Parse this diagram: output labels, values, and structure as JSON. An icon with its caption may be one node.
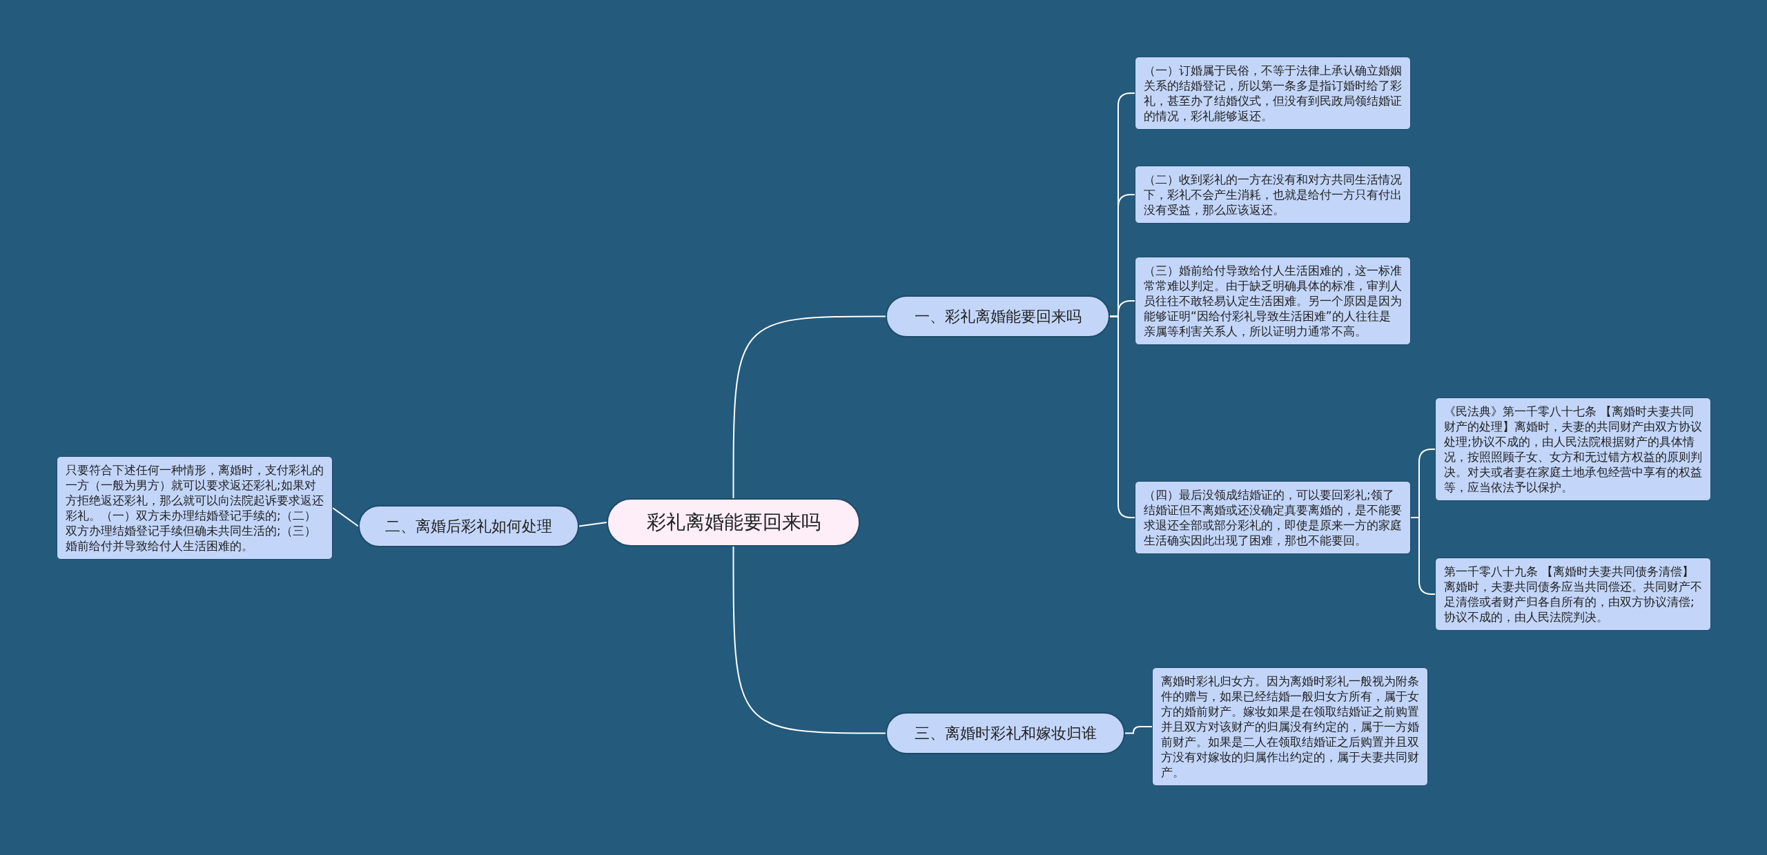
{
  "diagram": {
    "nodes": [
      {
        "text": [
          "彩礼离婚能要回来吗"
        ]
      },
      {
        "text": [
          "一、彩礼离婚能要回来吗"
        ]
      },
      {
        "text": [
          "（一）订婚属于民俗，不等于法律上承认确立婚姻关系的结婚登记，所以第一条多是指订婚时给了彩礼，甚至办了结婚仪式，但没有到民政局领结婚证的情况，彩礼能够返还。"
        ]
      },
      {
        "text": [
          "（二）收到彩礼的一方在没有和对方共同生活情况下，彩礼不会产生消耗，也就是给付一方只有付出没有受益，那么应该返还。"
        ]
      },
      {
        "text": [
          "（三）婚前给付导致给付人生活困难的，这一标准常常难以判定。由于缺乏明确具体的标准，审判人员往往不敢轻易认定生活困难。另一个原因是因为能够证明“因给付彩礼导致生活困难”的人往往是亲属等利害关系人，所以证明力通常不高。"
        ]
      },
      {
        "text": [
          "（四）最后没领成结婚证的，可以要回彩礼;领了结婚证但不离婚或还没确定真要离婚的，是不能要求退还全部或部分彩礼的，即使是原来一方的家庭生活确实因此出现了困难，那也不能要回。"
        ]
      },
      {
        "text": [
          "《民法典》第一千零八十七条 【离婚时夫妻共同财产的处理】离婚时，夫妻的共同财产由双方协议处理;协议不成的，由人民法院根据财产的具体情况，按照照顾子女、女方和无过错方权益的原则判决。对夫或者妻在家庭土地承包经营中享有的权益等，应当依法予以保护。"
        ]
      },
      {
        "text": [
          "第一千零八十九条 【离婚时夫妻共同债务清偿】离婚时，夫妻共同债务应当共同偿还。共同财产不足清偿或者财产归各自所有的，由双方协议清偿;协议不成的，由人民法院判决。"
        ]
      },
      {
        "text": [
          "二、离婚后彩礼如何处理"
        ]
      },
      {
        "text": [
          "只要符合下述任何一种情形，离婚时，支付彩礼的一方（一般为男方）就可以要求返还彩礼;如果对方拒绝返还彩礼，那么就可以向法院起诉要求返还彩礼。（一）双方未办理结婚登记手续的;（二）双方办理结婚登记手续但确未共同生活的;（三）婚前给付并导致给付人生活困难的。"
        ]
      },
      {
        "text": [
          "三、离婚时彩礼和嫁妆归谁"
        ]
      },
      {
        "text": [
          "离婚时彩礼归女方。因为离婚时彩礼一般视为附条件的赠与，如果已经结婚一般归女方所有，属于女方的婚前财产。嫁妆如果是在领取结婚证之前购置并且双方对该财产的归属没有约定的，属于一方婚前财产。如果是二人在领取结婚证之后购置并且双方没有对嫁妆的归属作出约定的，属于夫妻共同财产。"
        ]
      }
    ],
    "edges": [
      {
        "from": 0,
        "to": 1,
        "arrow": "none"
      },
      {
        "from": 1,
        "to": 2,
        "arrow": "none"
      },
      {
        "from": 1,
        "to": 3,
        "arrow": "none"
      },
      {
        "from": 1,
        "to": 4,
        "arrow": "none"
      },
      {
        "from": 1,
        "to": 5,
        "arrow": "none"
      },
      {
        "from": 5,
        "to": 6,
        "arrow": "none"
      },
      {
        "from": 5,
        "to": 7,
        "arrow": "none"
      },
      {
        "from": 0,
        "to": 8,
        "arrow": "none"
      },
      {
        "from": 8,
        "to": 9,
        "arrow": "none"
      },
      {
        "from": 0,
        "to": 10,
        "arrow": "none"
      },
      {
        "from": 10,
        "to": 11,
        "arrow": "none"
      }
    ]
  }
}
